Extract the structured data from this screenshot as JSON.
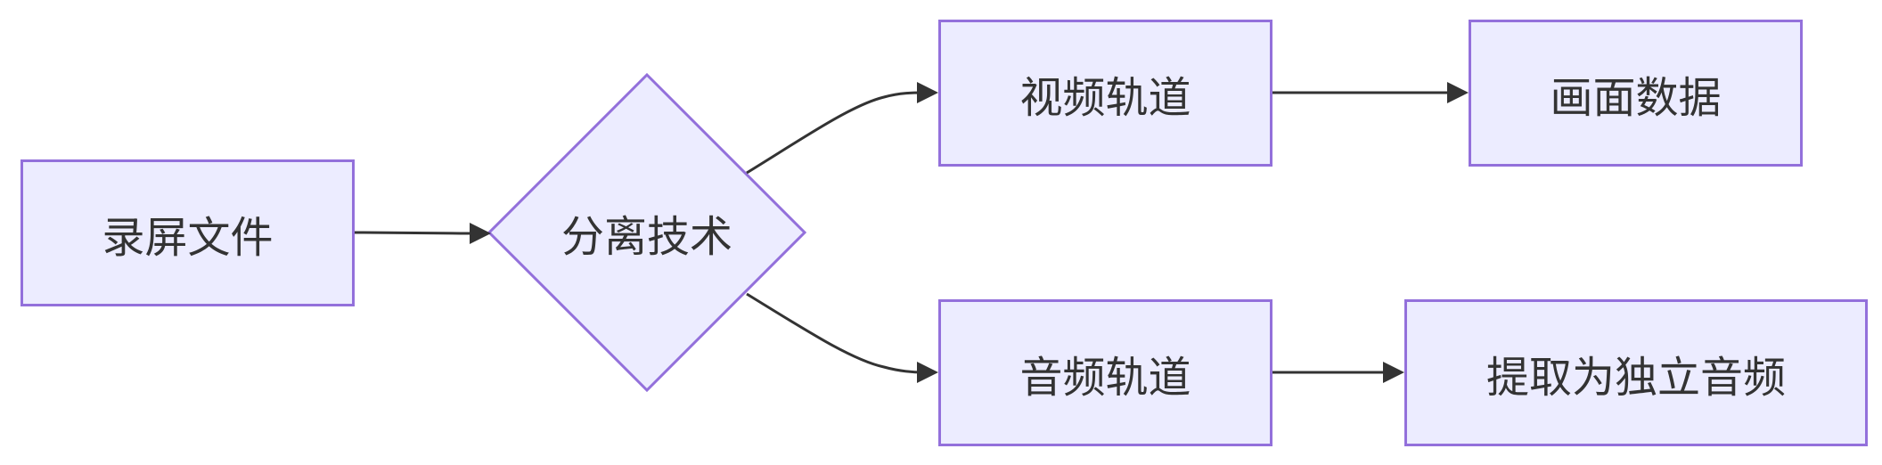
{
  "diagram": {
    "type": "flowchart",
    "direction": "LR",
    "colors": {
      "node_fill": "#ECECFF",
      "node_stroke": "#9370DB",
      "edge": "#333333",
      "text": "#333333"
    },
    "nodes": {
      "recording_file": {
        "label": "录屏文件",
        "shape": "rectangle"
      },
      "separation": {
        "label": "分离技术",
        "shape": "diamond"
      },
      "video_track": {
        "label": "视频轨道",
        "shape": "rectangle"
      },
      "picture_data": {
        "label": "画面数据",
        "shape": "rectangle"
      },
      "audio_track": {
        "label": "音频轨道",
        "shape": "rectangle"
      },
      "extract_audio": {
        "label": "提取为独立音频",
        "shape": "rectangle"
      }
    },
    "edges": [
      {
        "from": "recording_file",
        "to": "separation"
      },
      {
        "from": "separation",
        "to": "video_track"
      },
      {
        "from": "video_track",
        "to": "picture_data"
      },
      {
        "from": "separation",
        "to": "audio_track"
      },
      {
        "from": "audio_track",
        "to": "extract_audio"
      }
    ]
  }
}
